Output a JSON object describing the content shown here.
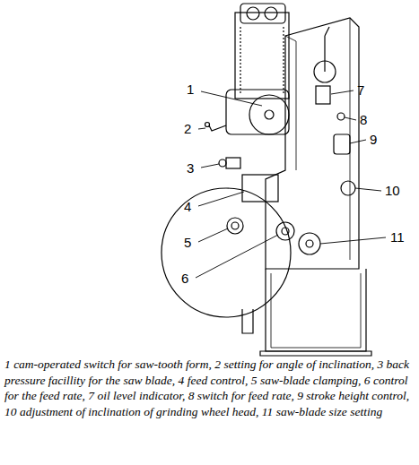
{
  "diagram": {
    "caption": "1 cam-operated switch for saw-tooth form, 2 setting for angle of inclination, 3 back pressure facillity for the saw blade, 4 feed control, 5 saw-blade clamping, 6 control for the feed rate, 7 oil level indicator, 8 switch for feed rate, 9 stroke height control, 10 adjustment of inclination of grinding wheel head, 11 saw-blade size setting",
    "labels": [
      "1",
      "2",
      "3",
      "4",
      "5",
      "6",
      "7",
      "8",
      "9",
      "10",
      "11"
    ]
  }
}
